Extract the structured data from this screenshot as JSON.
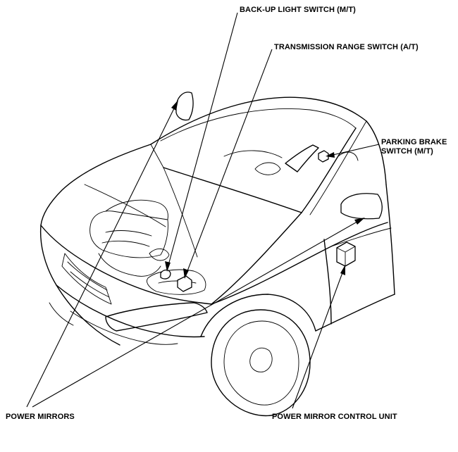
{
  "labels": {
    "backup_light_switch": "BACK-UP LIGHT SWITCH (M/T)",
    "transmission_range_switch": "TRANSMISSION RANGE SWITCH (A/T)",
    "parking_brake_switch_line1": "PARKING BRAKE",
    "parking_brake_switch_line2": "SWITCH (M/T)",
    "power_mirrors": "POWER MIRRORS",
    "power_mirror_control_unit": "POWER MIRROR CONTROL UNIT"
  },
  "colors": {
    "line": "#000000",
    "background": "#ffffff"
  }
}
